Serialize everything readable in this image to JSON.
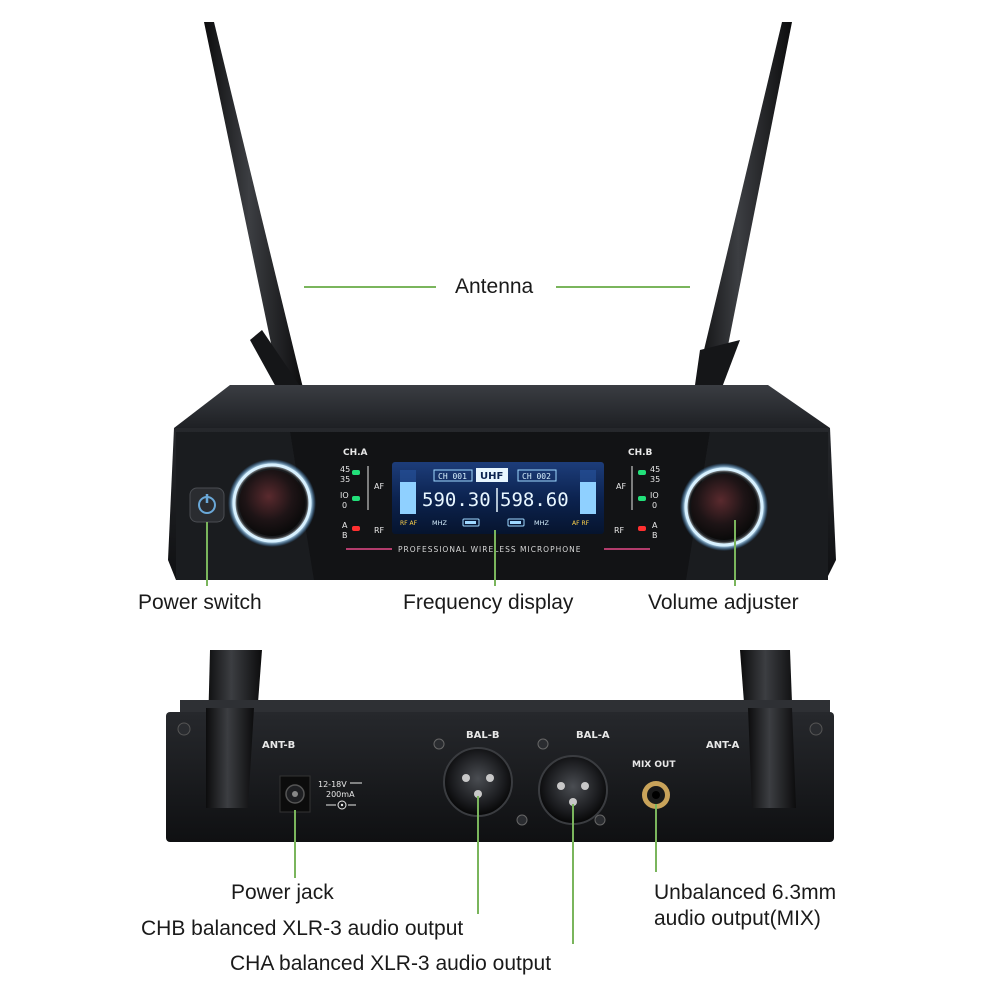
{
  "colors": {
    "leader_line": "#7ab55c",
    "body": "#17191c",
    "lcd_bg": "#0a1a33",
    "lcd_glow": "#6ec6ff",
    "knob_ring": "#bfe6ff",
    "power_led": "#3a8fd9",
    "mix_jack": "#c9a35a"
  },
  "callouts": {
    "antenna": "Antenna",
    "power_switch": "Power switch",
    "frequency_display": "Frequency display",
    "volume_adjuster": "Volume adjuster",
    "power_jack": "Power jack",
    "chb_output": "CHB balanced XLR-3 audio output",
    "cha_output": "CHA balanced XLR-3 audio output",
    "mix_output": "Unbalanced 6.3mm\naudio output(MIX)"
  },
  "front_panel": {
    "ch_a": "CH.A",
    "ch_b": "CH.B",
    "level_high": "45",
    "level_mid": "35",
    "level_low": "IO",
    "level_zero": "0",
    "af": "AF",
    "rf": "RF",
    "ant_a": "A",
    "ant_b": "B",
    "lcd": {
      "ch_left": "CH 001",
      "band": "UHF",
      "ch_right": "CH 002",
      "freq_left": "590.30",
      "freq_right": "598.60",
      "unit_left": "MHZ",
      "unit_right": "MHZ",
      "rf_af_left": "RF AF",
      "af_rf_right": "AF RF",
      "banner": "PROFESSIONAL WIRELESS MICROPHONE"
    }
  },
  "rear_panel": {
    "ant_b": "ANT-B",
    "ant_a": "ANT-A",
    "bal_b": "BAL-B",
    "bal_a": "BAL-A",
    "mix_out": "MIX OUT",
    "dc_voltage": "12-18V",
    "dc_current": "200mA"
  }
}
